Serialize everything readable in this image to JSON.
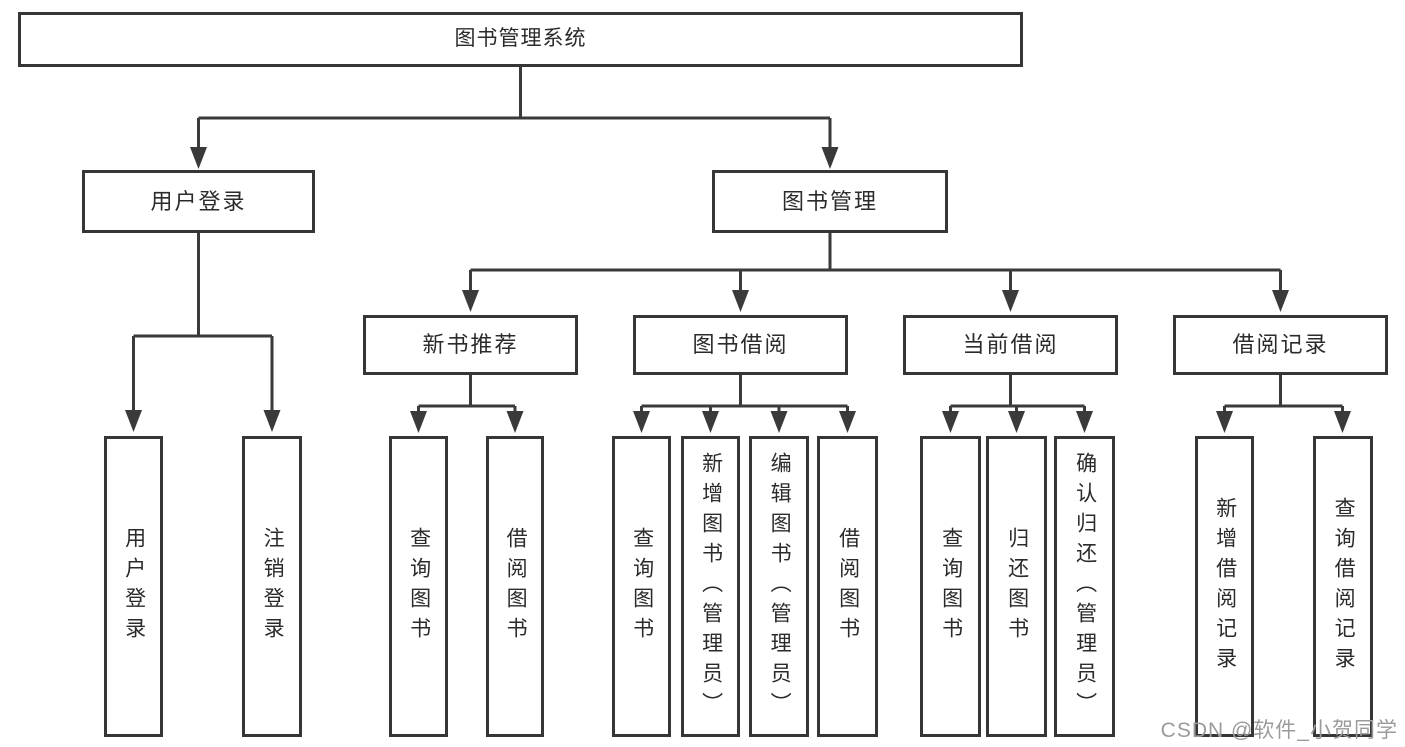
{
  "diagram": {
    "type": "hierarchy",
    "root": {
      "label": "图书管理系统"
    },
    "branches": [
      {
        "label": "用户登录",
        "children": [
          {
            "label": "用户登录"
          },
          {
            "label": "注销登录"
          }
        ]
      },
      {
        "label": "图书管理",
        "children": [
          {
            "label": "新书推荐",
            "children": [
              {
                "label": "查询图书"
              },
              {
                "label": "借阅图书"
              }
            ]
          },
          {
            "label": "图书借阅",
            "children": [
              {
                "label": "查询图书"
              },
              {
                "label": "新增图书（管理员）"
              },
              {
                "label": "编辑图书（管理员）"
              },
              {
                "label": "借阅图书"
              }
            ]
          },
          {
            "label": "当前借阅",
            "children": [
              {
                "label": "查询图书"
              },
              {
                "label": "归还图书"
              },
              {
                "label": "确认归还（管理员）"
              }
            ]
          },
          {
            "label": "借阅记录",
            "children": [
              {
                "label": "新增借阅记录"
              },
              {
                "label": "查询借阅记录"
              }
            ]
          }
        ]
      }
    ]
  },
  "watermark": "CSDN @软件_小贺同学",
  "colors": {
    "line": "#3a3a3a",
    "box_border": "#363636",
    "text": "#2b2b2b",
    "watermark": "#9b9b9b",
    "background": "#ffffff"
  }
}
